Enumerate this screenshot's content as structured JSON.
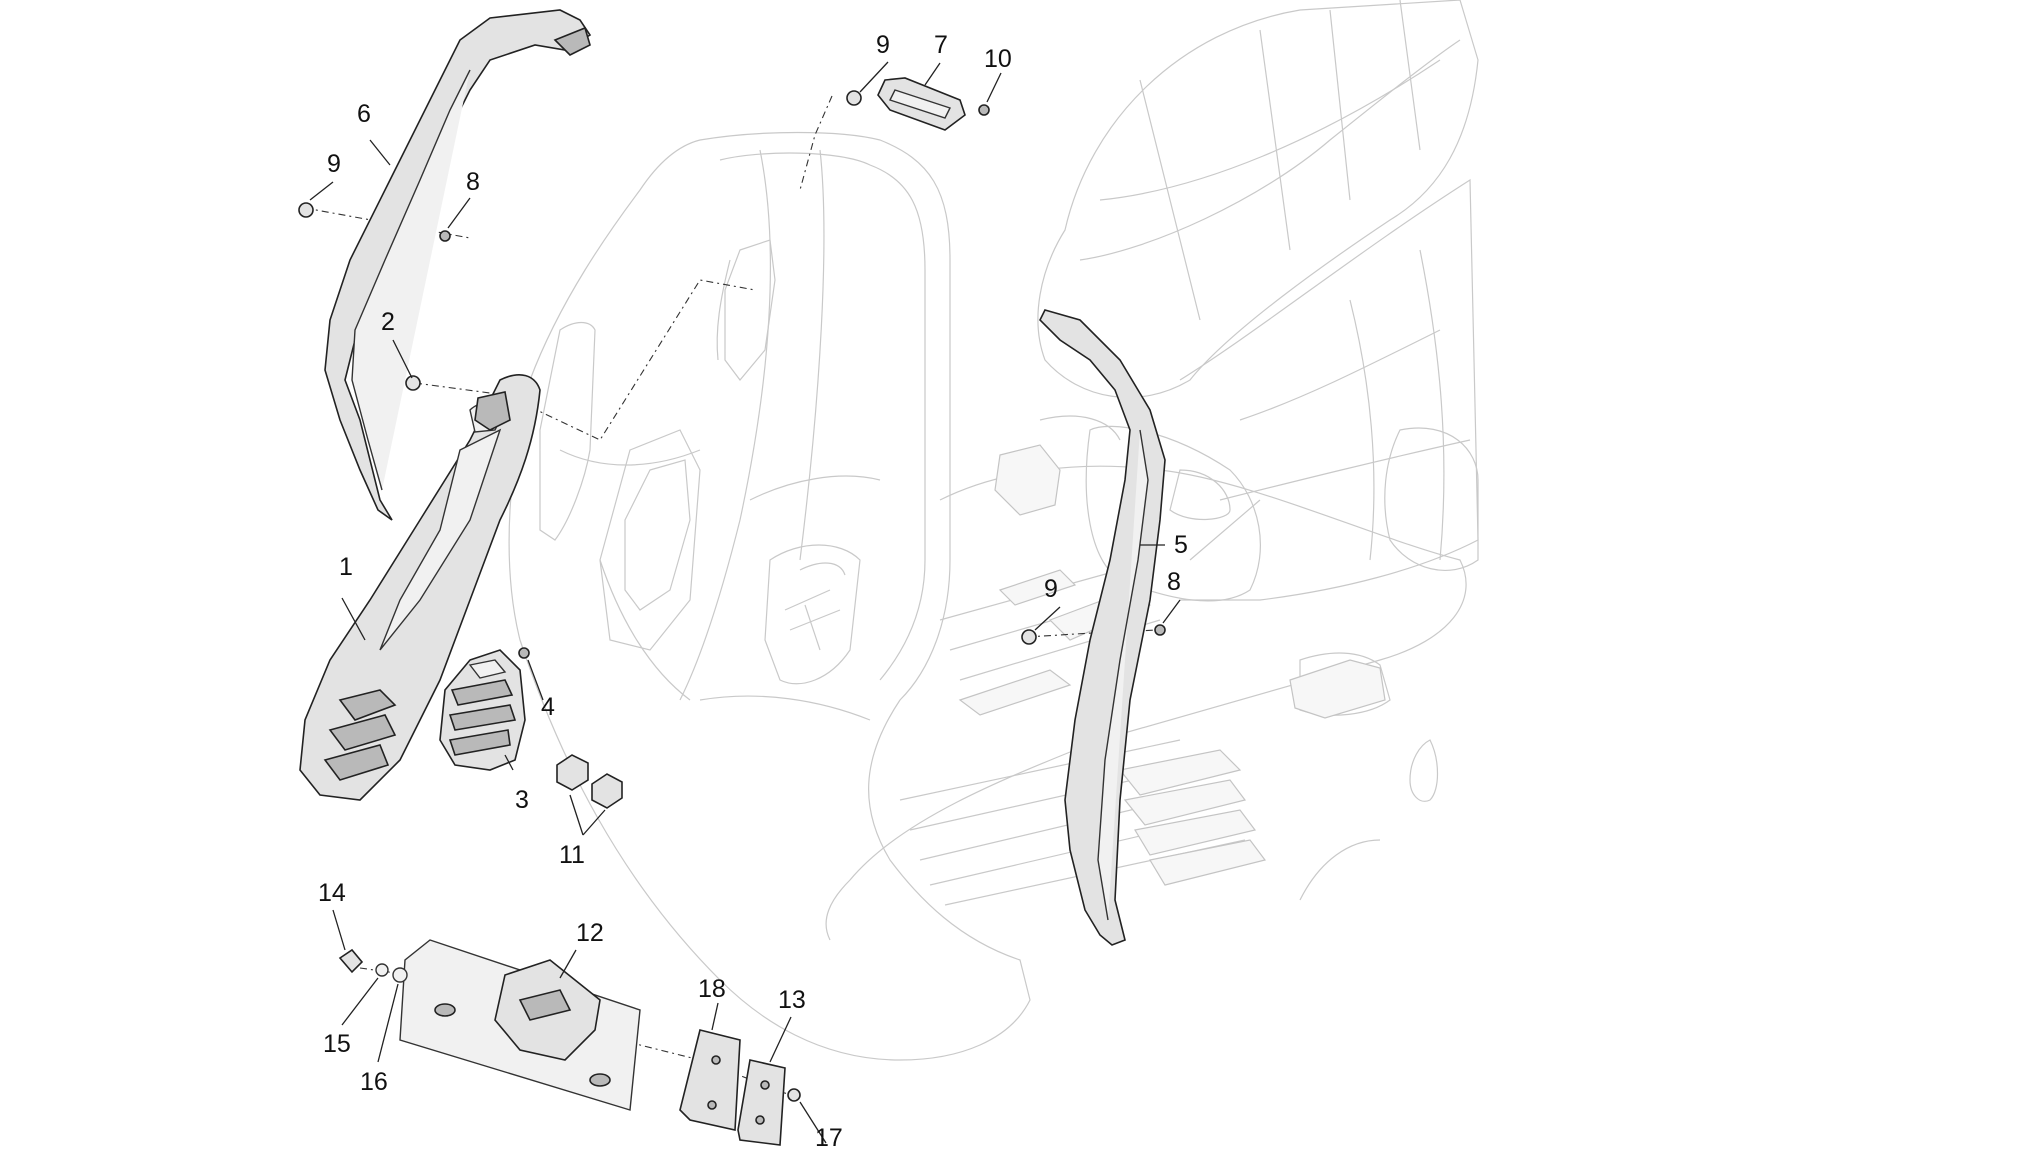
{
  "diagram": {
    "callouts": [
      {
        "id": "c1",
        "text": "1"
      },
      {
        "id": "c2",
        "text": "2"
      },
      {
        "id": "c3",
        "text": "3"
      },
      {
        "id": "c4",
        "text": "4"
      },
      {
        "id": "c5",
        "text": "5"
      },
      {
        "id": "c6",
        "text": "6"
      },
      {
        "id": "c7",
        "text": "7"
      },
      {
        "id": "c8a",
        "text": "8"
      },
      {
        "id": "c8b",
        "text": "8"
      },
      {
        "id": "c9a",
        "text": "9"
      },
      {
        "id": "c9b",
        "text": "9"
      },
      {
        "id": "c9c",
        "text": "9"
      },
      {
        "id": "c10",
        "text": "10"
      },
      {
        "id": "c11",
        "text": "11"
      },
      {
        "id": "c12",
        "text": "12"
      },
      {
        "id": "c13",
        "text": "13"
      },
      {
        "id": "c14",
        "text": "14"
      },
      {
        "id": "c15",
        "text": "15"
      },
      {
        "id": "c16",
        "text": "16"
      },
      {
        "id": "c17",
        "text": "17"
      },
      {
        "id": "c18",
        "text": "18"
      }
    ]
  }
}
